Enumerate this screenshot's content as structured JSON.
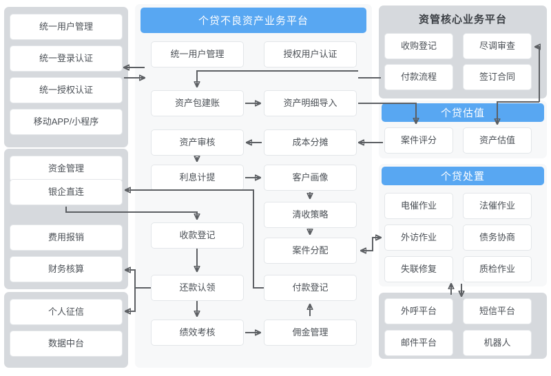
{
  "colors": {
    "accent_blue": "#58a7f2",
    "panel_grey": "#d6d9dd",
    "panel_light": "#f7f8f9",
    "node_white": "#ffffff",
    "connector": "#5c5f63",
    "text": "#4a4f55"
  },
  "left": {
    "group_access": {
      "items": [
        {
          "label": "统一用户管理"
        },
        {
          "label": "统一登录认证"
        },
        {
          "label": "统一授权认证"
        },
        {
          "label": "移动APP/小程序"
        }
      ]
    },
    "group_finance": {
      "items": [
        {
          "label": "资金管理"
        },
        {
          "label": "银企直连"
        },
        {
          "label": "费用报销"
        },
        {
          "label": "财务核算"
        }
      ]
    },
    "group_data": {
      "items": [
        {
          "label": "个人征信"
        },
        {
          "label": "数据中台"
        }
      ]
    }
  },
  "center": {
    "title": "个贷不良资产业务平台",
    "nodes": [
      {
        "label": "统一用户管理"
      },
      {
        "label": "授权用户认证"
      },
      {
        "label": "资产包建账"
      },
      {
        "label": "资产明细导入"
      },
      {
        "label": "资产审核"
      },
      {
        "label": "成本分摊"
      },
      {
        "label": "利息计提"
      },
      {
        "label": "客户画像"
      },
      {
        "label": "清收策略"
      },
      {
        "label": "收款登记"
      },
      {
        "label": "案件分配"
      },
      {
        "label": "还款认领"
      },
      {
        "label": "付款登记"
      },
      {
        "label": "绩效考核"
      },
      {
        "label": "佣金管理"
      }
    ]
  },
  "right": {
    "core_platform": {
      "title": "资管核心业务平台",
      "items": [
        {
          "label": "收购登记"
        },
        {
          "label": "尽调审查"
        },
        {
          "label": "付款流程"
        },
        {
          "label": "签订合同"
        }
      ]
    },
    "valuation": {
      "title": "个贷估值",
      "items": [
        {
          "label": "案件评分"
        },
        {
          "label": "资产估值"
        }
      ]
    },
    "disposal": {
      "title": "个贷处置",
      "items": [
        {
          "label": "电催作业"
        },
        {
          "label": "法催作业"
        },
        {
          "label": "外访作业"
        },
        {
          "label": "债务协商"
        },
        {
          "label": "失联修复"
        },
        {
          "label": "质检作业"
        }
      ]
    },
    "channels": {
      "items": [
        {
          "label": "外呼平台"
        },
        {
          "label": "短信平台"
        },
        {
          "label": "邮件平台"
        },
        {
          "label": "机器人"
        }
      ]
    }
  }
}
